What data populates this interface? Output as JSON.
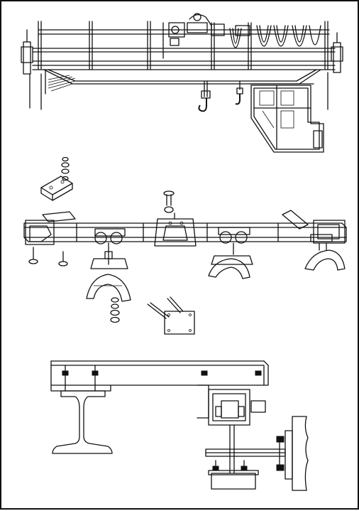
{
  "figure": {
    "views": [
      {
        "name": "overhead-crane"
      },
      {
        "name": "conductor-rail-assembly-exploded"
      },
      {
        "name": "rail-mounting-section"
      }
    ]
  }
}
